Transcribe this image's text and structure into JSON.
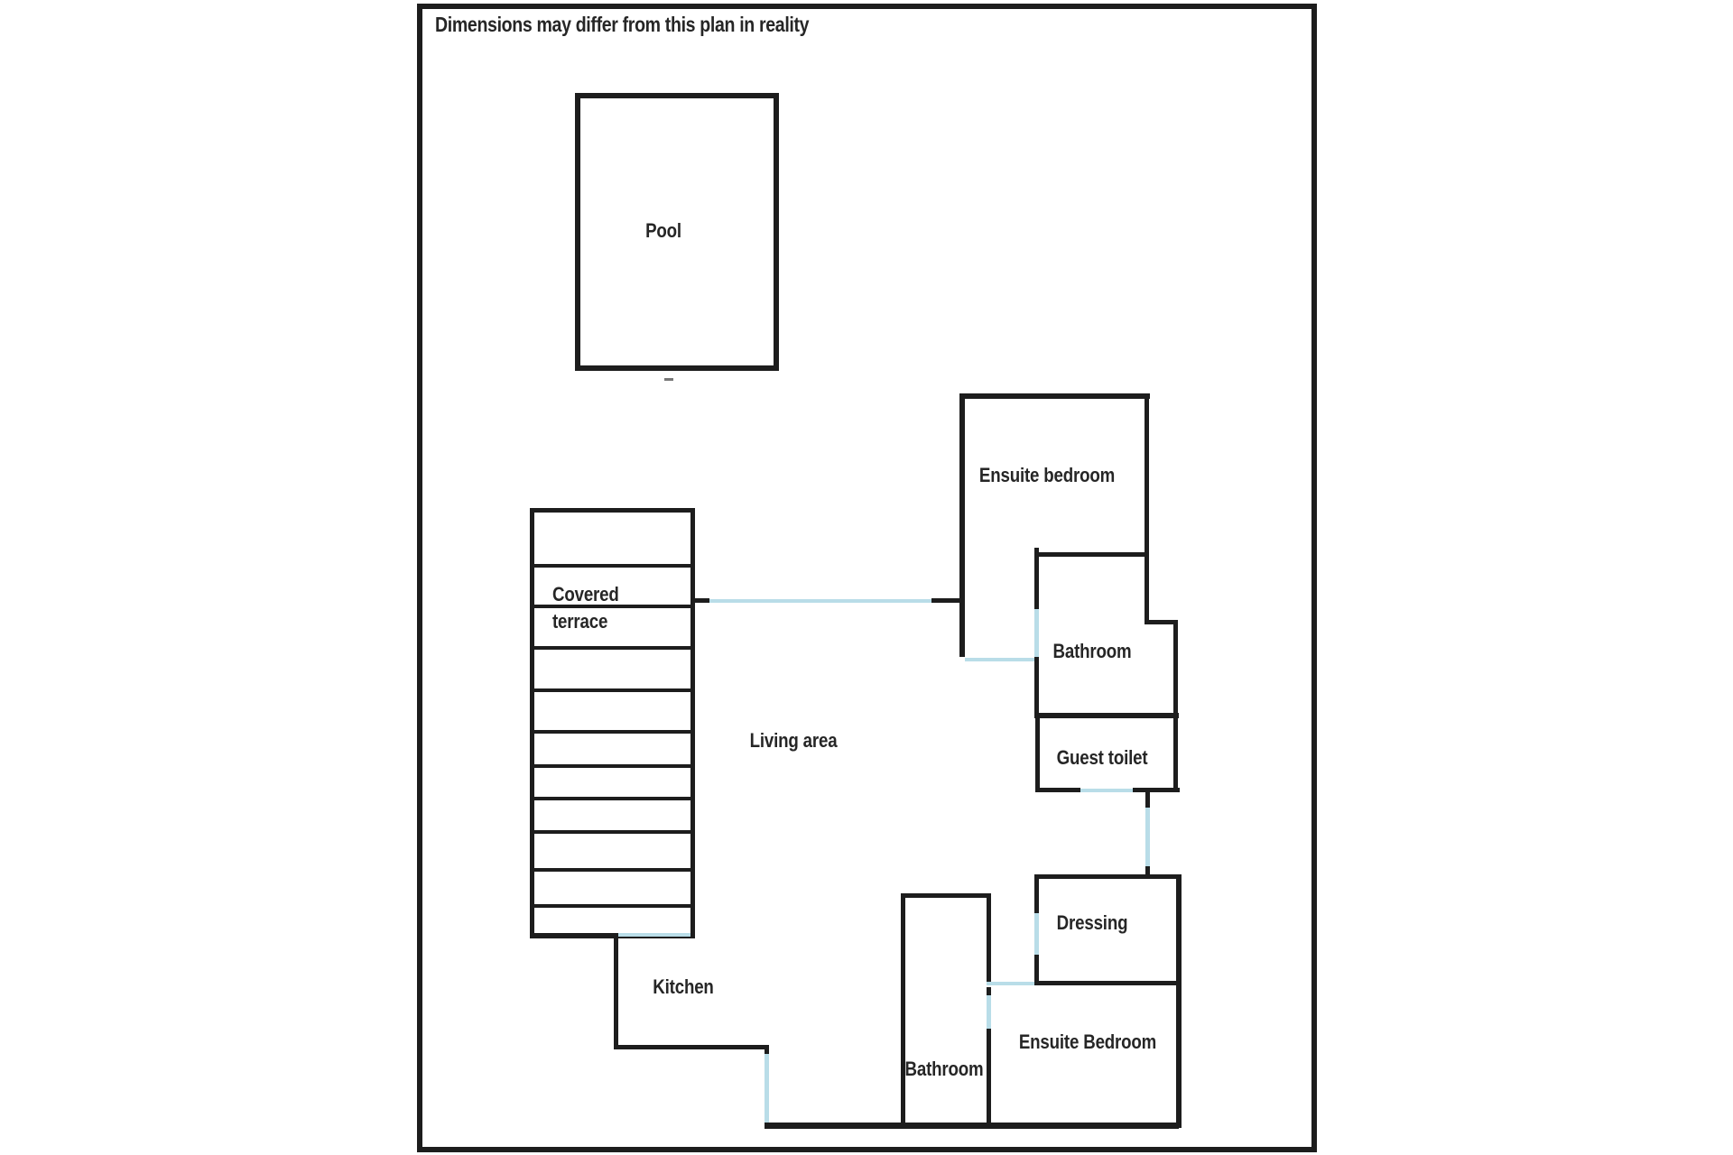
{
  "header": {
    "disclaimer": "Dimensions may differ from this plan in reality"
  },
  "colors": {
    "wall": "#1d1d1d",
    "opening": "#b9dde8",
    "label_text": "#262626",
    "background": "#ffffff"
  },
  "rooms": {
    "pool": {
      "label": "Pool"
    },
    "covered_terrace": {
      "line1": "Covered",
      "line2": "terrace"
    },
    "living_area": {
      "label": "Living area"
    },
    "kitchen": {
      "label": "Kitchen"
    },
    "ensuite_bedroom_top": {
      "label": "Ensuite bedroom"
    },
    "bathroom_top": {
      "label": "Bathroom"
    },
    "guest_toilet": {
      "label": "Guest toilet"
    },
    "dressing": {
      "label": "Dressing"
    },
    "ensuite_bedroom_bottom": {
      "label": "Ensuite Bedroom"
    },
    "bathroom_bottom": {
      "label": "Bathroom"
    }
  }
}
